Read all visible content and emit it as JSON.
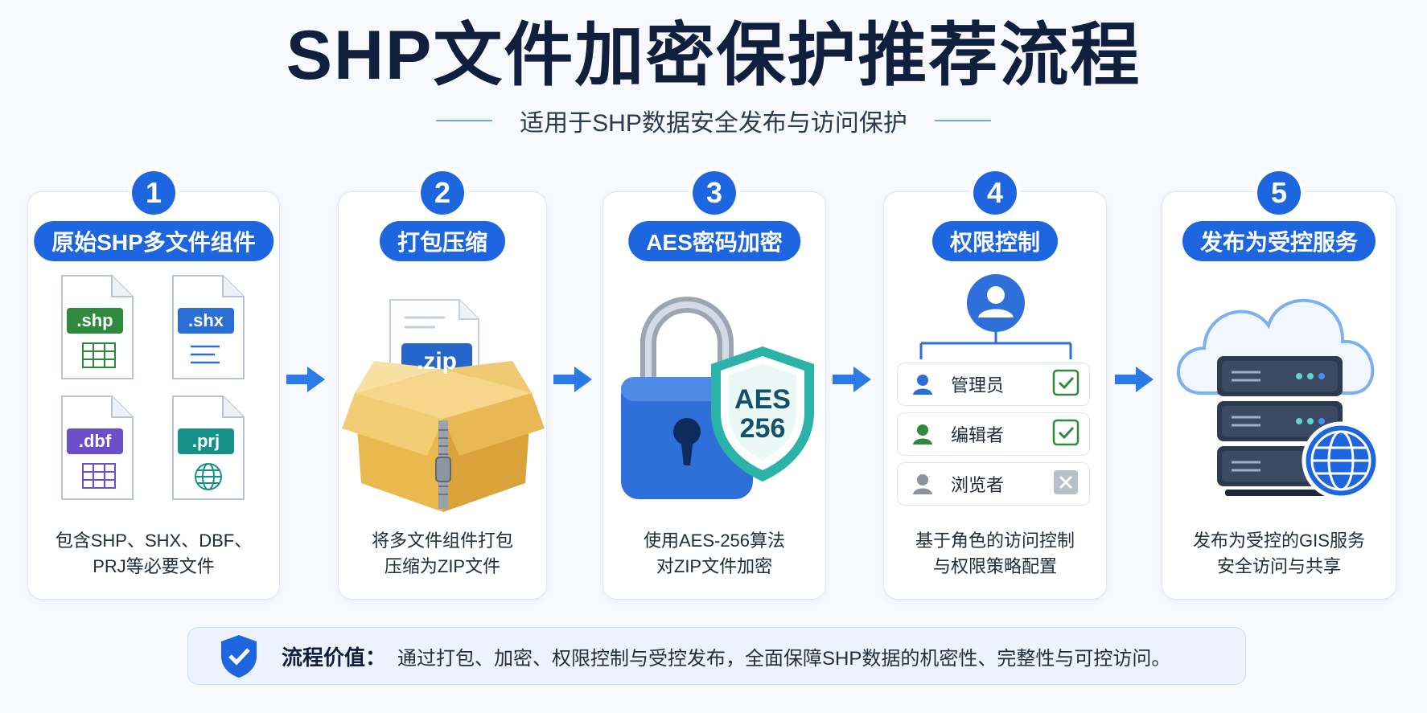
{
  "header": {
    "title": "SHP文件加密保护推荐流程",
    "subtitle": "适用于SHP数据安全发布与访问保护"
  },
  "steps": [
    {
      "number": "1",
      "title": "原始SHP多文件组件",
      "files": [
        ".shp",
        ".shx",
        ".dbf",
        ".prj"
      ],
      "desc_line1": "包含SHP、SHX、DBF、",
      "desc_line2": "PRJ等必要文件"
    },
    {
      "number": "2",
      "title": "打包压缩",
      "zip_label": ".zip",
      "desc_line1": "将多文件组件打包",
      "desc_line2": "压缩为ZIP文件"
    },
    {
      "number": "3",
      "title": "AES密码加密",
      "shield_line1": "AES",
      "shield_line2": "256",
      "desc_line1": "使用AES-256算法",
      "desc_line2": "对ZIP文件加密"
    },
    {
      "number": "4",
      "title": "权限控制",
      "roles": [
        {
          "name": "管理员",
          "allowed": true
        },
        {
          "name": "编辑者",
          "allowed": true
        },
        {
          "name": "浏览者",
          "allowed": false
        }
      ],
      "desc_line1": "基于角色的访问控制",
      "desc_line2": "与权限策略配置"
    },
    {
      "number": "5",
      "title": "发布为受控服务",
      "desc_line1": "发布为受控的GIS服务",
      "desc_line2": "安全访问与共享"
    }
  ],
  "footer": {
    "label": "流程价值：",
    "text": "通过打包、加密、权限控制与受控发布，全面保障SHP数据的机密性、完整性与可控访问。"
  },
  "colors": {
    "primary": "#1e66e0",
    "shp": "#2e8b3e",
    "shx": "#2a6fd6",
    "dbf": "#6a4fc7",
    "prj": "#16918a"
  }
}
